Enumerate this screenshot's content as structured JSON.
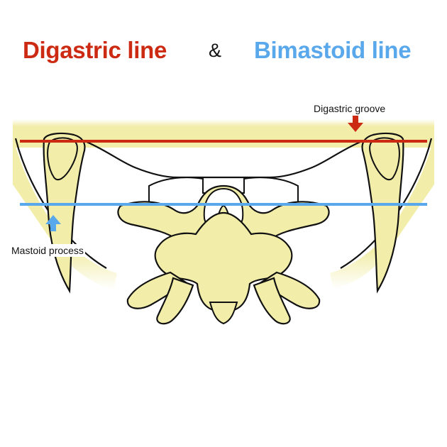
{
  "title": {
    "left": "Digastric line",
    "amp": "&",
    "right": "Bimastoid line"
  },
  "labels": {
    "digastric_groove": "Digastric groove",
    "mastoid_process": "Mastoid process"
  },
  "colors": {
    "digastric": "#cc2a12",
    "bimastoid": "#5aa8ec",
    "bone_fill": "#f2eeaa",
    "outline": "#111111"
  },
  "icons": {
    "groove_marker": "arrow-down-icon",
    "mastoid_marker": "arrow-up-icon"
  }
}
